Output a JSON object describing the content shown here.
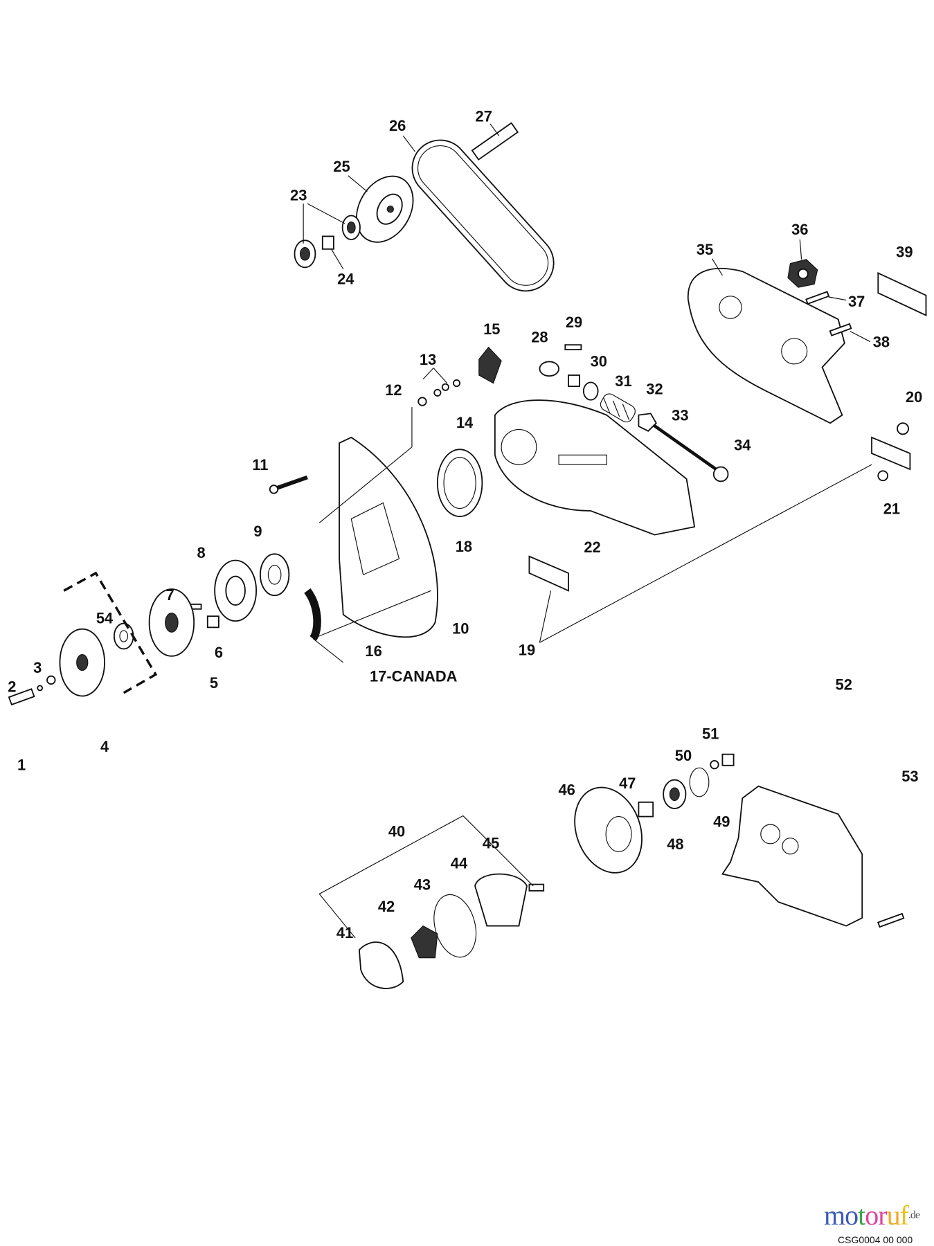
{
  "diagram": {
    "labels": [
      "1",
      "2",
      "3",
      "4",
      "5",
      "6",
      "7",
      "8",
      "9",
      "10",
      "11",
      "12",
      "13",
      "14",
      "15",
      "16",
      "17-CANADA",
      "18",
      "19",
      "20",
      "21",
      "22",
      "23",
      "24",
      "25",
      "26",
      "27",
      "28",
      "29",
      "30",
      "31",
      "32",
      "33",
      "34",
      "35",
      "36",
      "37",
      "38",
      "39",
      "40",
      "41",
      "42",
      "43",
      "44",
      "45",
      "46",
      "47",
      "48",
      "49",
      "50",
      "51",
      "52",
      "53",
      "54"
    ],
    "drawing_code": "CSG0004 00 000"
  },
  "watermark": {
    "text": "motoruf",
    "suffix": ".de",
    "colors": [
      "#3b5bb5",
      "#3b5bb5",
      "#3aa547",
      "#e0469a",
      "#e0469a",
      "#f5a623",
      "#e8c21a"
    ]
  }
}
